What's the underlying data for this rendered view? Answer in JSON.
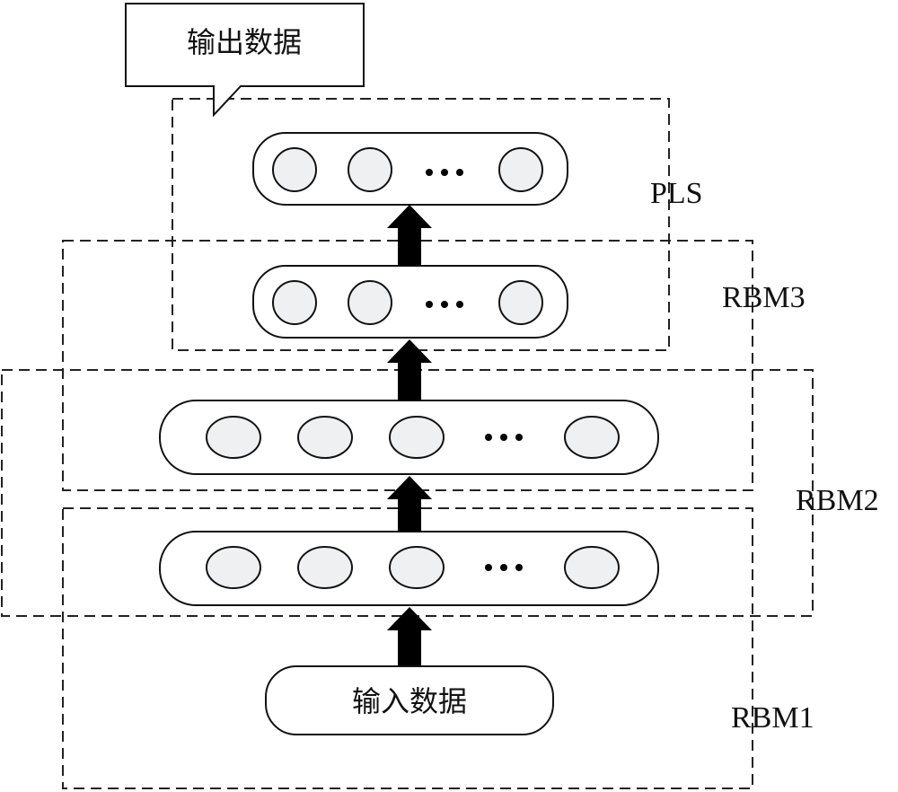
{
  "callout": {
    "text": "输出数据"
  },
  "input_box": {
    "text": "输入数据"
  },
  "region_labels": {
    "pls": "PLS",
    "rbm3": "RBM3",
    "rbm2": "RBM2",
    "rbm1": "RBM1"
  },
  "ellipsis": "…"
}
